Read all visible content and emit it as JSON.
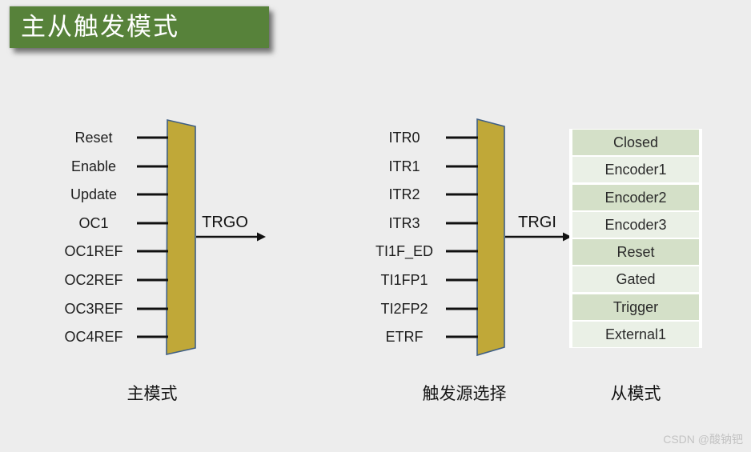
{
  "title": "主从触发模式",
  "master": {
    "inputs": [
      "Reset",
      "Enable",
      "Update",
      "OC1",
      "OC1REF",
      "OC2REF",
      "OC3REF",
      "OC4REF"
    ],
    "output": "TRGO",
    "caption": "主模式"
  },
  "trigger": {
    "inputs": [
      "ITR0",
      "ITR1",
      "ITR2",
      "ITR3",
      "TI1F_ED",
      "TI1FP1",
      "TI2FP2",
      "ETRF"
    ],
    "output": "TRGI",
    "caption": "触发源选择"
  },
  "slave": {
    "modes": [
      "Closed",
      "Encoder1",
      "Encoder2",
      "Encoder3",
      "Reset",
      "Gated",
      "Trigger",
      "External1"
    ],
    "caption": "从模式"
  },
  "watermark": "CSDN @酸钠钯",
  "colors": {
    "background": "#ededed",
    "banner_green": "#57823a",
    "mux_gold": "#c0a838",
    "mux_border": "#3f5f85",
    "row_green_dark": "#d4e0c8",
    "row_green_light": "#eaf0e6",
    "wire_black": "#111111"
  }
}
